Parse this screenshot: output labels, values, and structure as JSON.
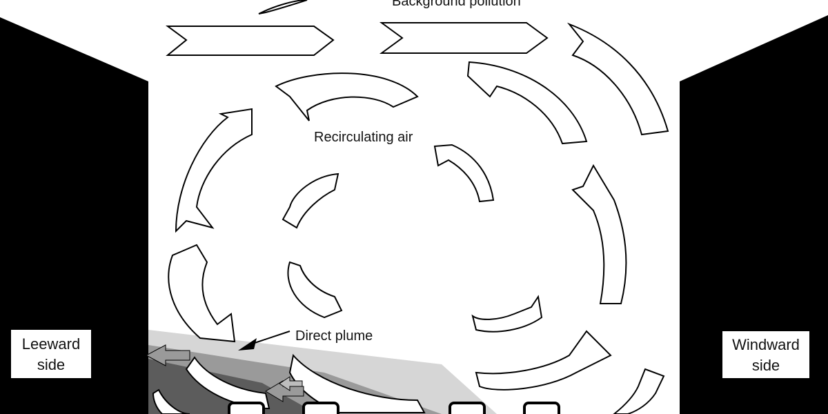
{
  "labels": {
    "background_pollution": "Background pollution",
    "recirculating_air": "Recirculating air",
    "direct_plume": "Direct plume",
    "leeward_line1": "Leeward",
    "leeward_line2": "side",
    "windward_line1": "Windward",
    "windward_line2": "side"
  },
  "colors": {
    "building": "#000000",
    "arrow_fill": "#ffffff",
    "arrow_stroke": "#000000",
    "plume_light": "#d6d6d6",
    "plume_mid": "#9a9a9a",
    "plume_dark": "#5c5c5c",
    "car": "#000000"
  }
}
